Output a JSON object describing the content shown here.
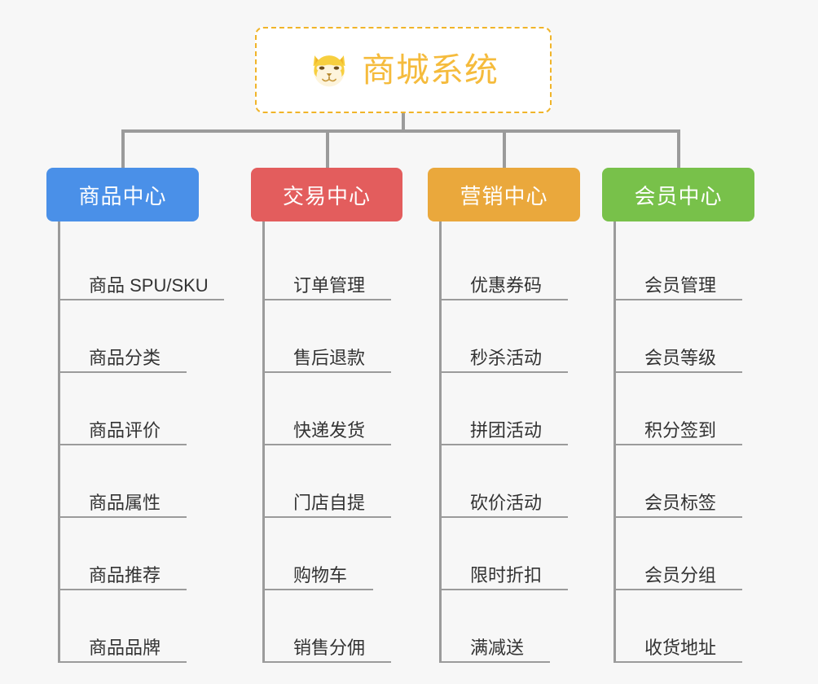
{
  "root": {
    "title": "商城系统",
    "icon": "dog-face-icon",
    "border_color": "#f0b429",
    "text_color": "#f5bb3c",
    "background": "#ffffff"
  },
  "canvas": {
    "background": "#f7f7f7",
    "connector_color": "#9b9b9b"
  },
  "categories": [
    {
      "label": "商品中心",
      "color": "#4a90e8",
      "items": [
        {
          "label": "商品 SPU/SKU",
          "underline_width": 201
        },
        {
          "label": "商品分类",
          "underline_width": 155
        },
        {
          "label": "商品评价",
          "underline_width": 155
        },
        {
          "label": "商品属性",
          "underline_width": 155
        },
        {
          "label": "商品推荐",
          "underline_width": 155
        },
        {
          "label": "商品品牌",
          "underline_width": 155
        }
      ]
    },
    {
      "label": "交易中心",
      "color": "#e35d5d",
      "items": [
        {
          "label": "订单管理",
          "underline_width": 155
        },
        {
          "label": "售后退款",
          "underline_width": 155
        },
        {
          "label": "快递发货",
          "underline_width": 155
        },
        {
          "label": "门店自提",
          "underline_width": 155
        },
        {
          "label": "购物车",
          "underline_width": 133
        },
        {
          "label": "销售分佣",
          "underline_width": 155
        }
      ]
    },
    {
      "label": "营销中心",
      "color": "#eaa83c",
      "items": [
        {
          "label": "优惠券码",
          "underline_width": 155
        },
        {
          "label": "秒杀活动",
          "underline_width": 155
        },
        {
          "label": "拼团活动",
          "underline_width": 155
        },
        {
          "label": "砍价活动",
          "underline_width": 155
        },
        {
          "label": "限时折扣",
          "underline_width": 155
        },
        {
          "label": "满减送",
          "underline_width": 133
        }
      ]
    },
    {
      "label": "会员中心",
      "color": "#78c14a",
      "items": [
        {
          "label": "会员管理",
          "underline_width": 155
        },
        {
          "label": "会员等级",
          "underline_width": 155
        },
        {
          "label": "积分签到",
          "underline_width": 155
        },
        {
          "label": "会员标签",
          "underline_width": 155
        },
        {
          "label": "会员分组",
          "underline_width": 155
        },
        {
          "label": "收货地址",
          "underline_width": 155
        }
      ]
    }
  ]
}
